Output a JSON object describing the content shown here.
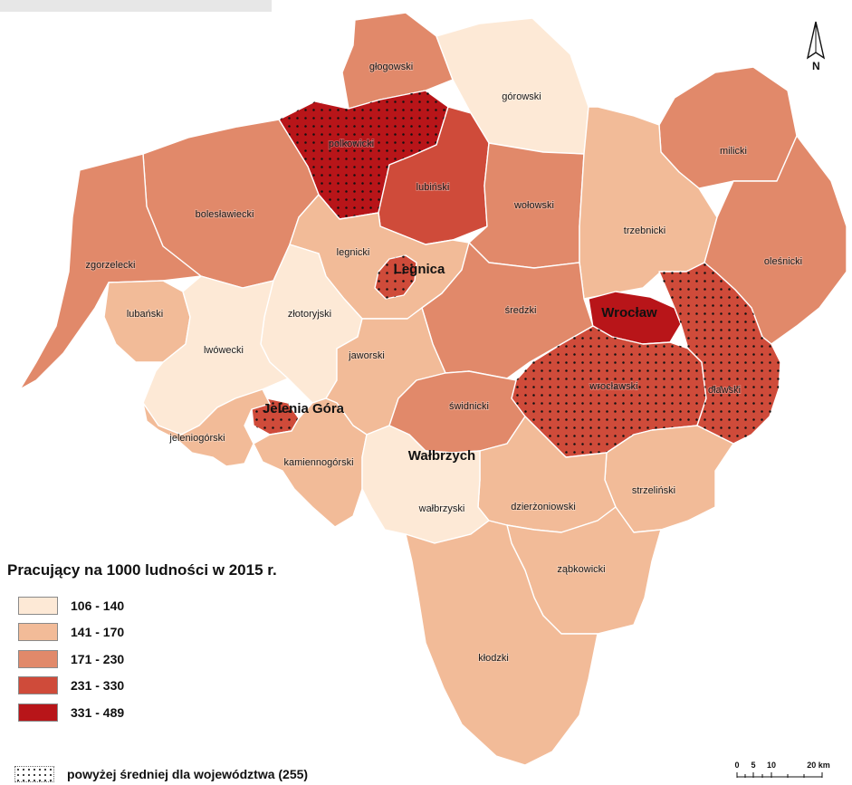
{
  "map": {
    "legend_title": "Pracujący na 1000 ludności w 2015 r.",
    "classes": [
      {
        "label": "106 - 140",
        "color": "#fde9d6"
      },
      {
        "label": "141 - 170",
        "color": "#f2bb98"
      },
      {
        "label": "171 - 230",
        "color": "#e1896a"
      },
      {
        "label": "231 - 330",
        "color": "#cf4b3a"
      },
      {
        "label": "331 - 489",
        "color": "#b81519"
      }
    ],
    "dots_label": "powyżej średniej dla województwa (255)",
    "north_label": "N",
    "scale": {
      "labels": [
        "0",
        "5",
        "10",
        "20 km"
      ]
    },
    "regions": [
      {
        "name": "głogowski",
        "class": 2,
        "dots": false
      },
      {
        "name": "górowski",
        "class": 0,
        "dots": false
      },
      {
        "name": "polkowicki",
        "class": 4,
        "dots": true
      },
      {
        "name": "lubiński",
        "class": 3,
        "dots": false
      },
      {
        "name": "milicki",
        "class": 2,
        "dots": false
      },
      {
        "name": "bolesławiecki",
        "class": 2,
        "dots": false
      },
      {
        "name": "wołowski",
        "class": 2,
        "dots": false
      },
      {
        "name": "trzebnicki",
        "class": 1,
        "dots": false
      },
      {
        "name": "zgorzelecki",
        "class": 2,
        "dots": false
      },
      {
        "name": "legnicki",
        "class": 1,
        "dots": false
      },
      {
        "name": "Legnica",
        "class": 3,
        "dots": true
      },
      {
        "name": "oleśnicki",
        "class": 2,
        "dots": false
      },
      {
        "name": "lubański",
        "class": 1,
        "dots": false
      },
      {
        "name": "złotoryjski",
        "class": 0,
        "dots": false
      },
      {
        "name": "średzki",
        "class": 2,
        "dots": false
      },
      {
        "name": "Wrocław",
        "class": 4,
        "dots": false
      },
      {
        "name": "lwówecki",
        "class": 0,
        "dots": false
      },
      {
        "name": "jaworski",
        "class": 1,
        "dots": false
      },
      {
        "name": "wrocławski",
        "class": 3,
        "dots": true
      },
      {
        "name": "oławski",
        "class": 3,
        "dots": true
      },
      {
        "name": "Jelenia Góra",
        "class": 3,
        "dots": true
      },
      {
        "name": "świdnicki",
        "class": 2,
        "dots": false
      },
      {
        "name": "jeleniogórski",
        "class": 1,
        "dots": false
      },
      {
        "name": "kamiennogórski",
        "class": 1,
        "dots": false
      },
      {
        "name": "Wałbrzych",
        "class": 3,
        "dots": true
      },
      {
        "name": "strzeliński",
        "class": 1,
        "dots": false
      },
      {
        "name": "dzierżoniowski",
        "class": 1,
        "dots": false
      },
      {
        "name": "wałbrzyski",
        "class": 0,
        "dots": false
      },
      {
        "name": "ząbkowicki",
        "class": 1,
        "dots": false
      },
      {
        "name": "kłodzki",
        "class": 1,
        "dots": false
      }
    ]
  }
}
